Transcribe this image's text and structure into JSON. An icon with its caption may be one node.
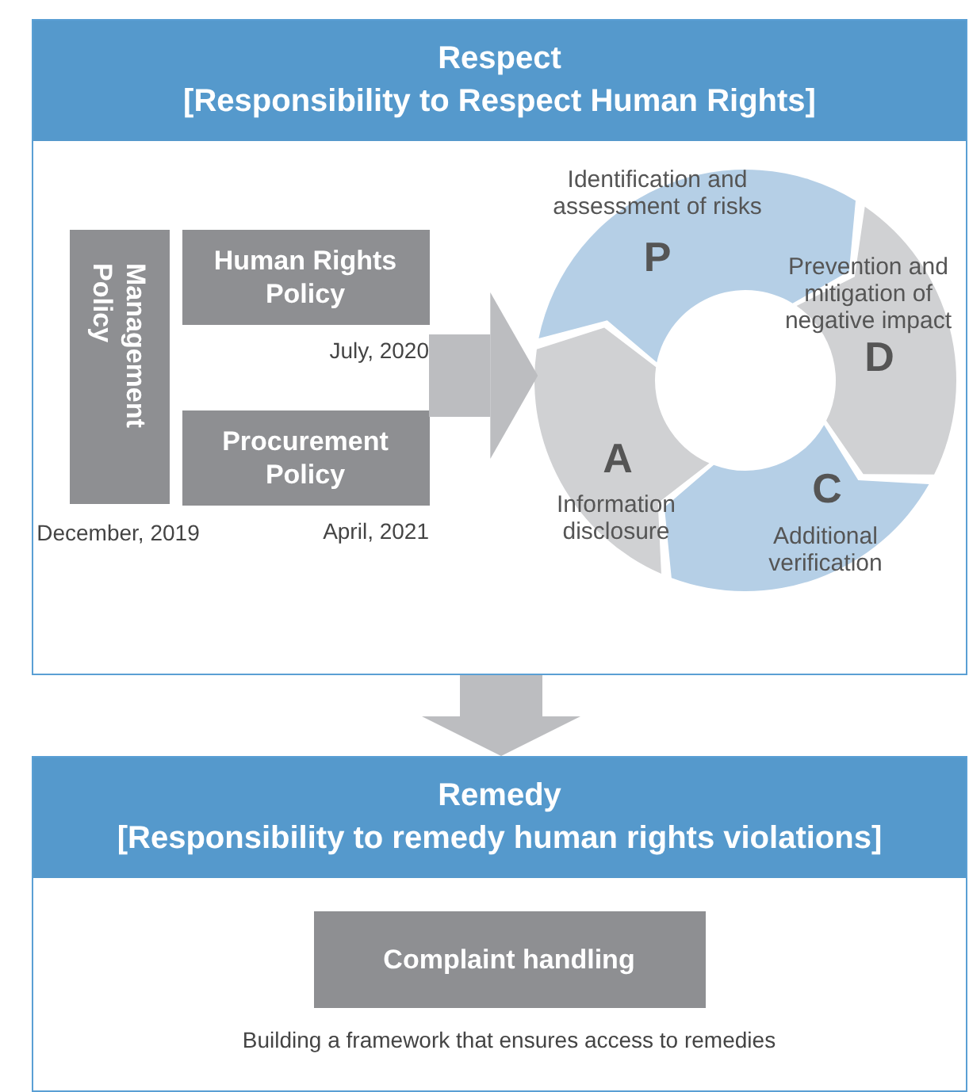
{
  "diagram": {
    "nodes": [
      {
        "text": [
          "Respect",
          "[Responsibility to Respect Human Rights]"
        ]
      },
      {
        "text": [
          "Management Policy"
        ],
        "in": 0,
        "beside": [
          "December, 2019"
        ]
      },
      {
        "text": [
          "Human Rights Policy"
        ],
        "in": 0,
        "beside": [
          "July, 2020"
        ]
      },
      {
        "text": [
          "Procurement Policy"
        ],
        "in": 0,
        "beside": [
          "April, 2021"
        ]
      },
      {
        "text": [
          "Identification and assessment of risks",
          "P"
        ],
        "in": 0
      },
      {
        "text": [
          "Prevention and mitigation of negative impact",
          "D"
        ],
        "in": 0
      },
      {
        "text": [
          "C",
          "Additional verification"
        ],
        "in": 0
      },
      {
        "text": [
          "A",
          "Information disclosure"
        ],
        "in": 0
      },
      {
        "text": [
          "Remedy",
          "[Responsibility to remedy human rights violations]"
        ]
      },
      {
        "text": [
          "Complaint handling"
        ],
        "in": 8,
        "beside": [
          "Building a framework that ensures access to remedies"
        ]
      }
    ],
    "edges": [
      {
        "from": 2,
        "to": 4,
        "arrow": "to"
      },
      {
        "from": 0,
        "to": 8,
        "arrow": "to"
      }
    ]
  }
}
